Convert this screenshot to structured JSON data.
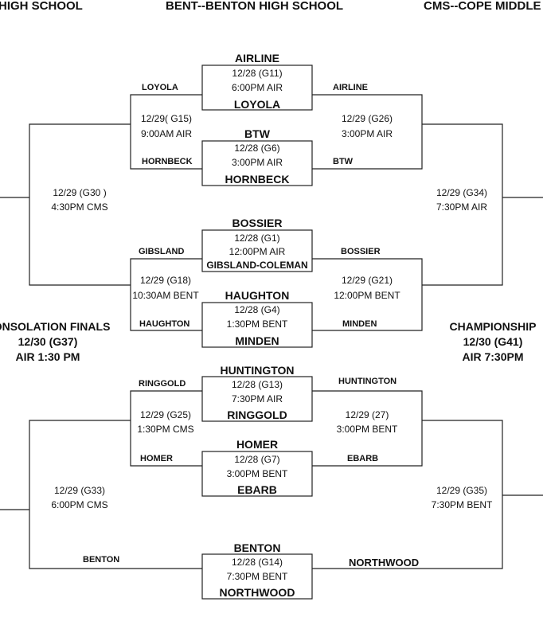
{
  "header": {
    "left": "HIGH SCHOOL",
    "center": "BENT--BENTON HIGH SCHOOL",
    "right": "CMS--COPE MIDDLE"
  },
  "first_round": [
    {
      "top": "AIRLINE",
      "date": "12/28 (G11)",
      "time": "6:00PM AIR",
      "bottom": "LOYOLA"
    },
    {
      "top": "BTW",
      "date": "12/28 (G6)",
      "time": "3:00PM AIR",
      "bottom": "HORNBECK"
    },
    {
      "top": "BOSSIER",
      "date": "12/28 (G1)",
      "time": "12:00PM AIR",
      "bottom": "GIBSLAND-COLEMAN"
    },
    {
      "top": "HAUGHTON",
      "date": "12/28 (G4)",
      "time": "1:30PM BENT",
      "bottom": "MINDEN"
    },
    {
      "top": "HUNTINGTON",
      "date": "12/28 (G13)",
      "time": "7:30PM AIR",
      "bottom": "RINGGOLD"
    },
    {
      "top": "HOMER",
      "date": "12/28 (G7)",
      "time": "3:00PM BENT",
      "bottom": "EBARB"
    },
    {
      "top": "BENTON",
      "date": "12/28 (G14)",
      "time": "7:30PM BENT",
      "bottom": "NORTHWOOD"
    }
  ],
  "side_labels": {
    "l1": "LOYOLA",
    "r1": "AIRLINE",
    "l2": "HORNBECK",
    "r2": "BTW",
    "l3": "GIBSLAND",
    "r3": "BOSSIER",
    "l4": "HAUGHTON",
    "r4": "MINDEN",
    "l5": "RINGGOLD",
    "r5": "HUNTINGTON",
    "l6": "HOMER",
    "r6": "EBARB",
    "l7": "BENTON",
    "r7": "NORTHWOOD"
  },
  "second_round": {
    "g15": {
      "date": "12/29( G15)",
      "time": "9:00AM AIR"
    },
    "g26": {
      "date": "12/29 (G26)",
      "time": "3:00PM AIR"
    },
    "g18": {
      "date": "12/29 (G18)",
      "time": "10:30AM BENT"
    },
    "g21": {
      "date": "12/29 (G21)",
      "time": "12:00PM BENT"
    },
    "g25": {
      "date": "12/29 (G25)",
      "time": "1:30PM CMS"
    },
    "g27": {
      "date": "12/29 (27)",
      "time": "3:00PM BENT"
    }
  },
  "semis": {
    "g30": {
      "date": "12/29 (G30 )",
      "time": "4:30PM CMS"
    },
    "g34": {
      "date": "12/29 (G34)",
      "time": "7:30PM AIR"
    },
    "g33": {
      "date": "12/29 (G33)",
      "time": "6:00PM CMS"
    },
    "g35": {
      "date": "12/29 (G35)",
      "time": "7:30PM BENT"
    }
  },
  "finals": {
    "consolation": {
      "title": "CONSOLATION FINALS",
      "game": "12/30 (G37)",
      "time": "AIR 1:30 PM"
    },
    "championship": {
      "title": "CHAMPIONSHIP",
      "game": "12/30 (G41)",
      "time": "AIR 7:30PM"
    }
  }
}
